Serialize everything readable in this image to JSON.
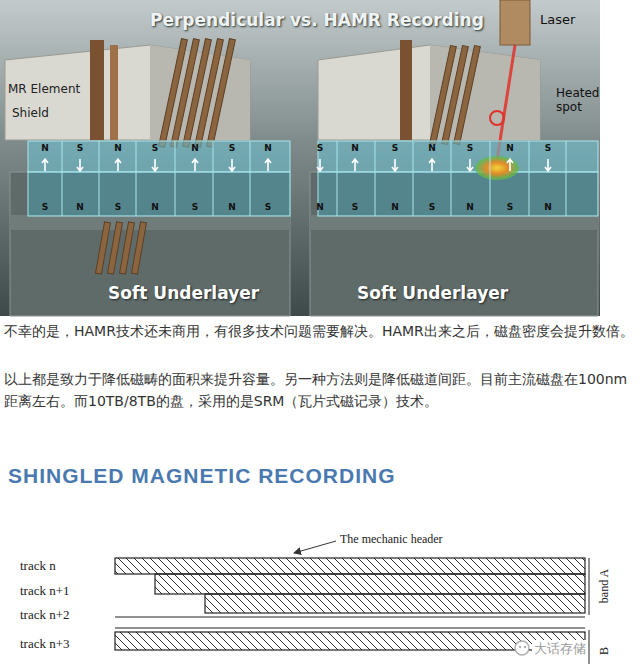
{
  "diagram": {
    "title": "Perpendicular vs. HAMR Recording",
    "labels": [
      "MR Element",
      "Shield",
      "Laser",
      "Heated spot",
      "Soft Underlayer",
      "Soft Underlayer",
      "N",
      "S",
      "N",
      "S",
      "N",
      "S",
      "N",
      "S",
      "N",
      "S",
      "N",
      "S",
      "N",
      "S",
      "S",
      "N",
      "S",
      "N",
      "S",
      "N",
      "S",
      "N",
      "S",
      "N",
      "S",
      "N",
      "S",
      "N",
      "不幸的是，HAMR技术还未商用，有很多技术问题需要解决。HAMR出来之后，磁盘密度会提升数倍。",
      "以上都是致力于降低磁畴的面积来提升容量。另一种方法则是降低磁道间距。目前主流磁盘在100nm距离左右。而10TB/8TB的盘，采用的是SRM（瓦片式磁记录）技术。",
      "SHINGLED MAGNETIC RECORDING",
      "The mechanic header",
      "track n",
      "track n+1",
      "track n+2",
      "track n+3",
      "band A",
      "B",
      "大话存储"
    ]
  }
}
